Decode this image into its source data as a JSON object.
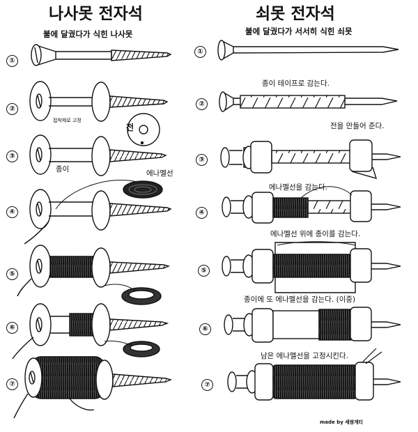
{
  "left": {
    "title": "나사못 전자석",
    "subtitle": "불에 달궜다가 식힌 나사못",
    "labels": {
      "adhesive": "접착제로 고정",
      "jeon": "전",
      "paper": "종이",
      "enamel": "에나멜선"
    },
    "steps": [
      "①",
      "②",
      "③",
      "④",
      "⑤",
      "⑥",
      "⑦"
    ]
  },
  "right": {
    "title": "쇠못 전자석",
    "subtitle": "불에 달궜다가 서서히 식힌 쇠못",
    "labels": {
      "tape": "종이 테이프로 감는다.",
      "make_jeon": "전을 만들어 준다.",
      "wind": "에나멜선을 감는다.",
      "paper_over": "에나멜선 위에 종이를 감는다.",
      "double": "종이에 또 에나멜선을 감는다. (이중)",
      "fix": "남은 에나멜선을 고정시킨다."
    },
    "steps": [
      "①",
      "②",
      "③",
      "④",
      "⑤",
      "⑥",
      "⑦"
    ]
  },
  "credit": "made by 세쌍게티"
}
